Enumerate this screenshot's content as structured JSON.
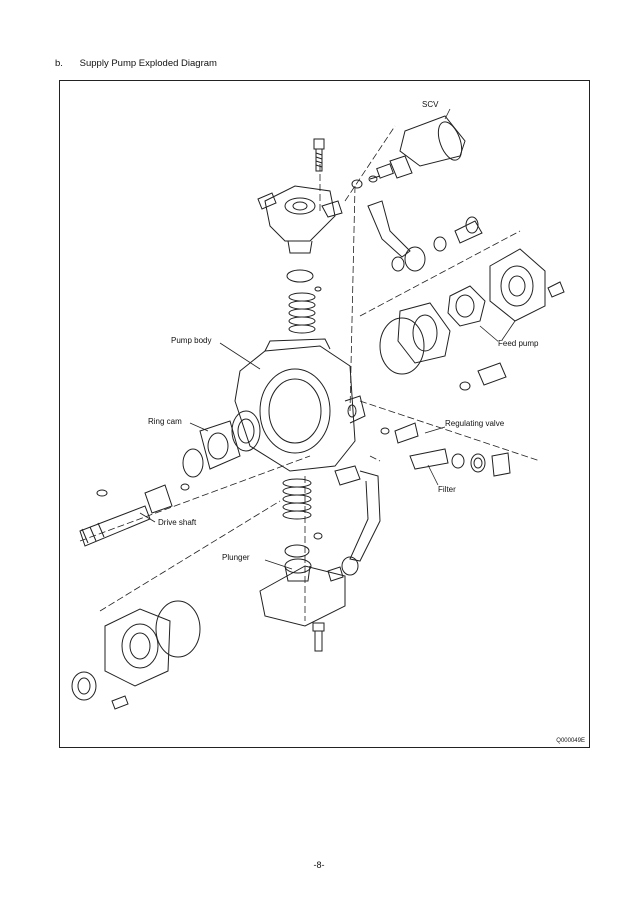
{
  "section": {
    "number": "b.",
    "title": "Supply Pump Exploded Diagram"
  },
  "labels": {
    "scv": "SCV",
    "feed_pump": "Feed pump",
    "pump_body": "Pump body",
    "regulating_valve": "Regulating valve",
    "ring_cam": "Ring cam",
    "filter": "Filter",
    "drive_shaft": "Drive shaft",
    "plunger": "Plunger"
  },
  "figure_code": "Q000049E",
  "page_number": "-8-"
}
